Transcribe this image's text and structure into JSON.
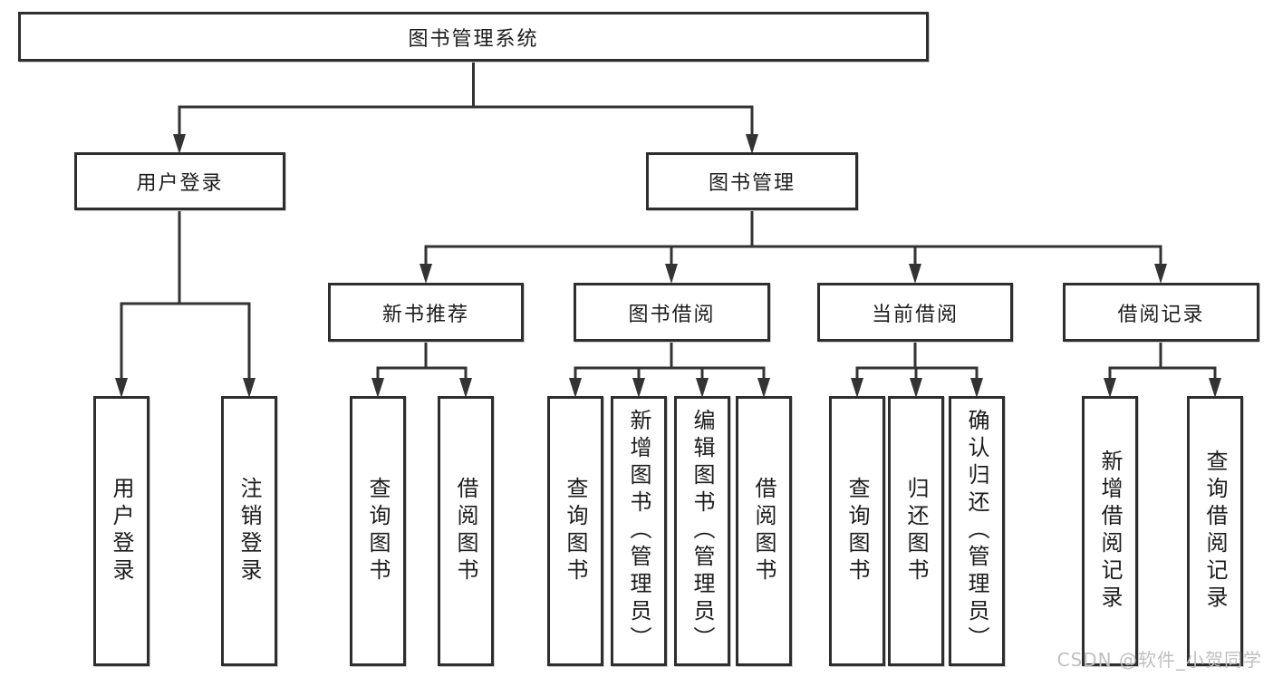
{
  "diagram": {
    "colors": {
      "line": "#333333",
      "border": "#2e2e2e",
      "text": "#1c1c1c",
      "background": "#ffffff",
      "watermark": "#bfbfbf"
    },
    "watermark": "CSDN @软件_小贺同学",
    "root": {
      "label": "图书管理系统"
    },
    "level2": [
      {
        "label": "用户登录"
      },
      {
        "label": "图书管理"
      }
    ],
    "level3": [
      {
        "label": "新书推荐"
      },
      {
        "label": "图书借阅"
      },
      {
        "label": "当前借阅"
      },
      {
        "label": "借阅记录"
      }
    ],
    "leaves": {
      "user_login": [
        {
          "label": "用户登录"
        },
        {
          "label": "注销登录"
        }
      ],
      "new_book": [
        {
          "label": "查询图书"
        },
        {
          "label": "借阅图书"
        }
      ],
      "book_borrow": [
        {
          "label": "查询图书"
        },
        {
          "label": "新增图书（管理员）"
        },
        {
          "label": "编辑图书（管理员）"
        },
        {
          "label": "借阅图书"
        }
      ],
      "current_borrow": [
        {
          "label": "查询图书"
        },
        {
          "label": "归还图书"
        },
        {
          "label": "确认归还（管理员）"
        }
      ],
      "borrow_records": [
        {
          "label": "新增借阅记录"
        },
        {
          "label": "查询借阅记录"
        }
      ]
    }
  }
}
